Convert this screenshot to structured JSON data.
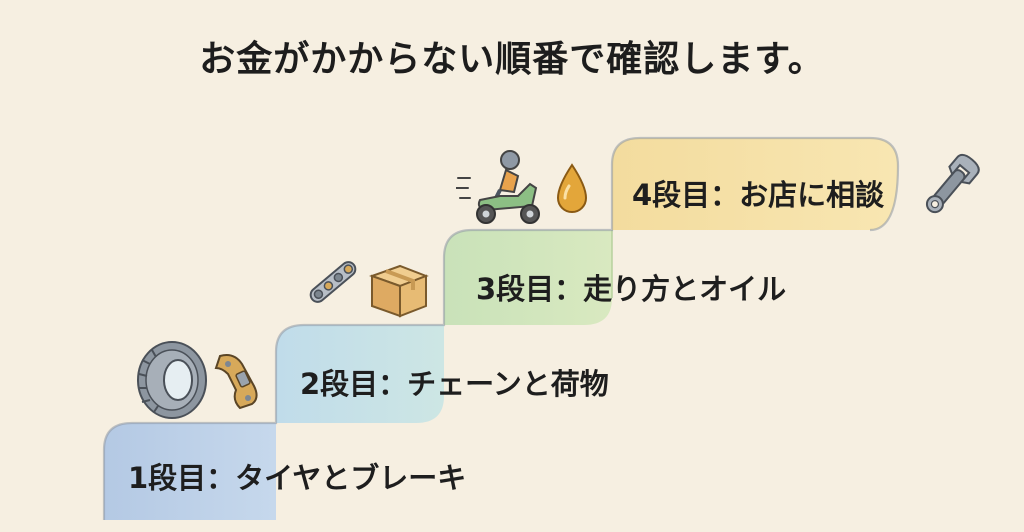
{
  "title": "お金がかからない順番で確認します。",
  "steps": [
    {
      "label": "1段目：タイヤとブレーキ",
      "color": "#b9cde6",
      "icons": [
        "tire-icon",
        "brake-caliper-icon"
      ]
    },
    {
      "label": "2段目：チェーンと荷物",
      "color": "#c4e0ea",
      "icons": [
        "chain-icon",
        "cardboard-box-icon"
      ]
    },
    {
      "label": "3段目：走り方とオイル",
      "color": "#cfe3b9",
      "icons": [
        "scooter-rider-icon",
        "oil-drop-icon"
      ]
    },
    {
      "label": "4段目：お店に相談",
      "color": "#f4dfa0",
      "icons": [
        "wrench-icon"
      ]
    }
  ],
  "colors": {
    "background": "#f6efe1",
    "text": "#1e1e1e"
  }
}
